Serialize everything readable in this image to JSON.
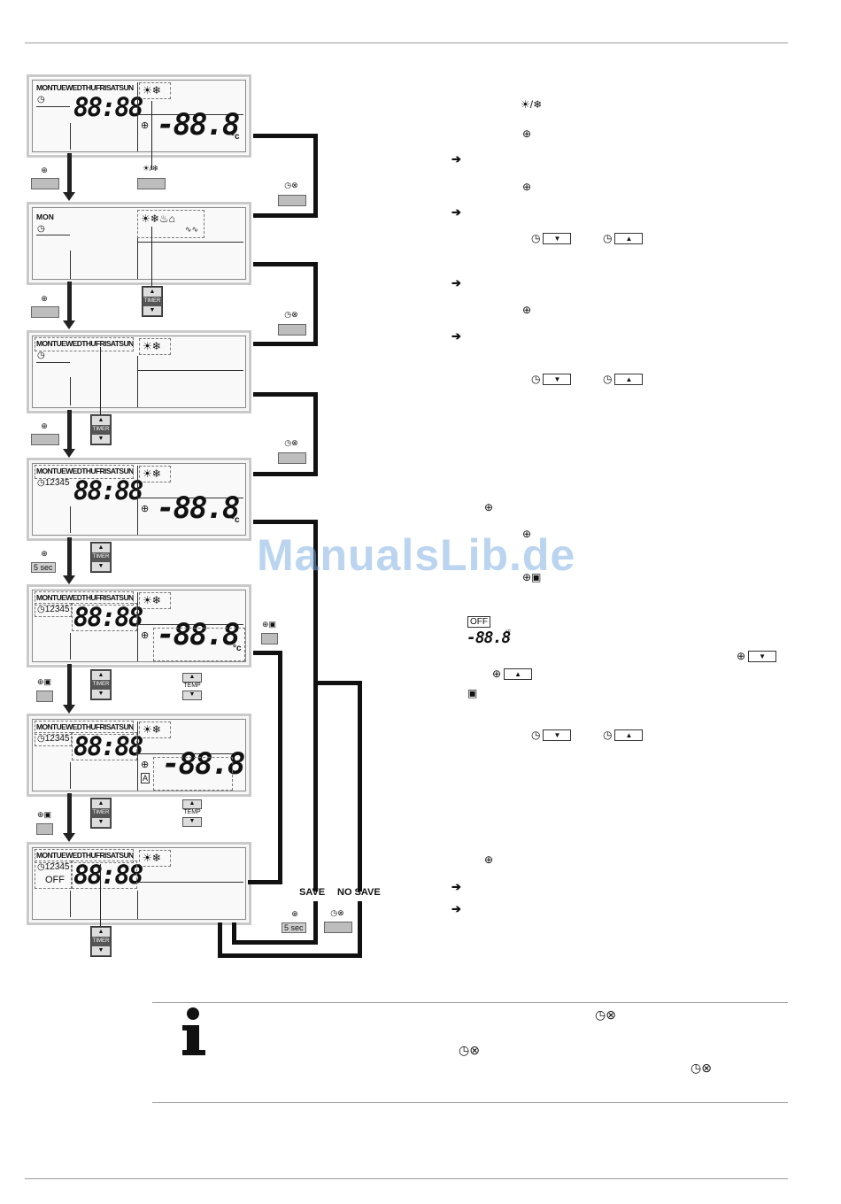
{
  "lcd": {
    "days": "MONTUEWEDTHUFRISATSUN",
    "mon": "MON",
    "time": "88:88",
    "temp": "-88.8",
    "temp_small": "-88.8",
    "unit": "°c",
    "unit_small": "°F °c",
    "program": "12345",
    "off": "OFF",
    "auto_box": "A"
  },
  "buttons": {
    "five_sec": "5 sec",
    "timer": "TIMER",
    "temp": "TEMP"
  },
  "save": {
    "save_label": "SAVE",
    "no_save_label": "NO SAVE",
    "five_sec": "5 sec"
  },
  "right_keys": {
    "off_box": "OFF",
    "down": "▼",
    "up": "▲"
  },
  "watermark": "ManualsLib.de",
  "icons": {
    "sun": "sun-icon",
    "snow": "snowflake-icon",
    "clock": "clock-icon",
    "thermometer": "thermometer-icon",
    "enter": "enter-icon",
    "clock_cancel": "clock-cancel-icon",
    "arrow": "arrow-right-icon",
    "info": "info-icon"
  }
}
